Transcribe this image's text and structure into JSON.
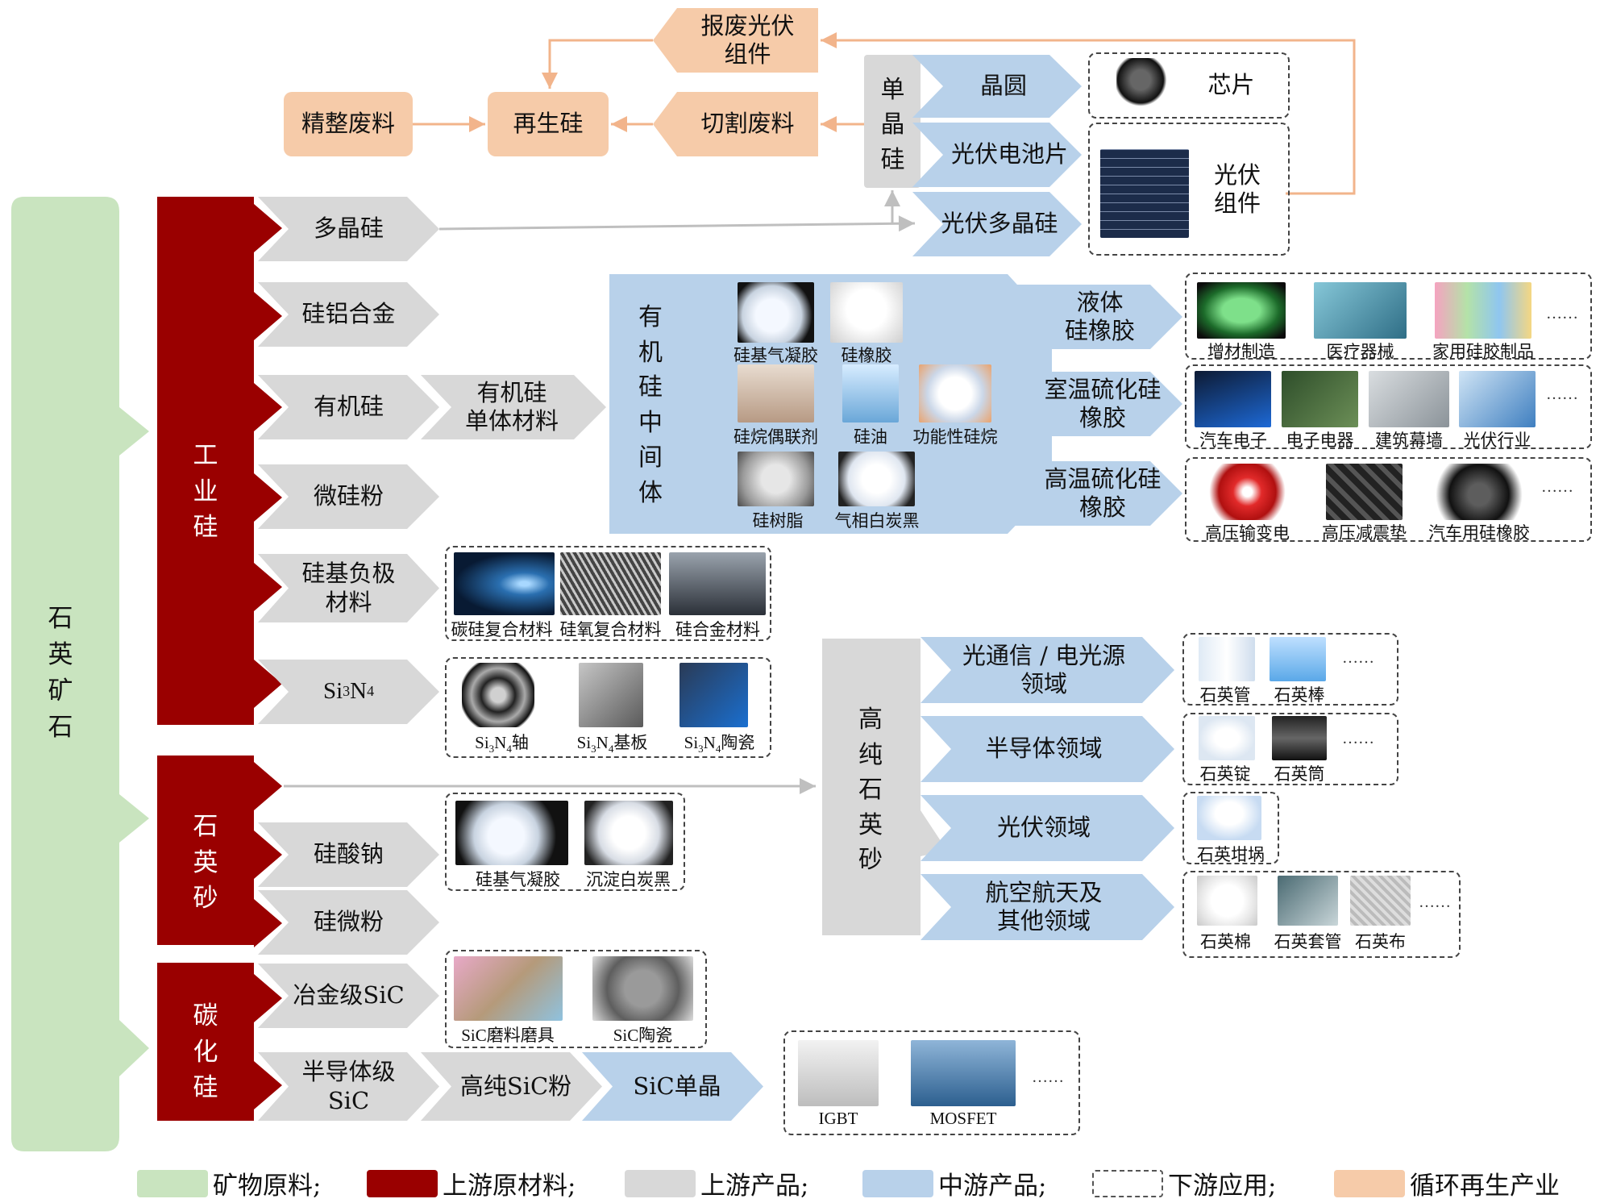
{
  "colors": {
    "mineral": "#c9e4bf",
    "upstream_raw": "#9a0000",
    "upstream_product": "#d8d8d8",
    "midstream": "#b8d1ea",
    "recycle": "#f6cba9",
    "arrow_gray": "#bfbfbf",
    "arrow_peach": "#f2b48b"
  },
  "nodes": {
    "quartz_ore": "石\n英\n矿\n石",
    "industrial_si": "工\n业\n硅",
    "quartz_sand": "石\n英\n砂",
    "sic": "碳\n化\n硅",
    "poly_si": "多晶硅",
    "si_al_alloy": "硅铝合金",
    "organic_si": "有机硅",
    "micro_si_powder": "微硅粉",
    "si_anode": "硅基负极\n材料",
    "si3n4_main": "Si",
    "si3n4_sub": "3",
    "si3n4_tail": "N",
    "si3n4_sub2": "4",
    "sodium_silicate": "硅酸钠",
    "si_micropowder": "硅微粉",
    "metallurgical_sic": "冶金级SiC",
    "semiconductor_sic": "半导体级\nSiC",
    "high_purity_sic_powder": "高纯SiC粉",
    "sic_single_crystal": "SiC单晶",
    "organosilicon_monomer": "有机硅\n单体材料",
    "organosilicon_intermediate": "有\n机\n硅\n中\n间\n体",
    "liquid_rubber": "液体\n硅橡胶",
    "rtv_rubber": "室温硫化硅\n橡胶",
    "htv_rubber": "高温硫化硅\n橡胶",
    "mono_si": "单\n晶\n硅",
    "wafer": "晶圆",
    "pv_cell": "光伏电池片",
    "pv_polysilicon": "光伏多晶硅",
    "chip": "芯片",
    "pv_module": "光伏\n组件",
    "scrap_pv": "报废光伏\n组件",
    "finishing_waste": "精整废料",
    "recycled_si": "再生硅",
    "cutting_waste": "切割废料",
    "hp_quartz_sand": "高\n纯\n石\n英\n砂",
    "optical_comm": "光通信 / 电光源\n领域",
    "semiconductor_field": "半导体领域",
    "pv_field": "光伏领域",
    "aerospace_field": "航空航天及\n其他领域"
  },
  "captions": {
    "aerogel": "硅基气凝胶",
    "silicone_rubber": "硅橡胶",
    "silane_coupling": "硅烷偶联剂",
    "silicone_oil": "硅油",
    "functional_silane": "功能性硅烷",
    "silicone_resin": "硅树脂",
    "fumed_silica": "气相白炭黑",
    "additive_mfg": "增材制造",
    "medical": "医疗器械",
    "household_silicone": "家用硅胶制品",
    "auto_electronics": "汽车电子",
    "electronics": "电子电器",
    "curtain_wall": "建筑幕墙",
    "pv_industry": "光伏行业",
    "hv_transmission": "高压输变电",
    "hv_damping": "高压减震垫",
    "auto_rubber": "汽车用硅橡胶",
    "c_si_composite": "碳硅复合材料",
    "si_o_composite": "硅氧复合材料",
    "si_alloy_material": "硅合金材料",
    "si3n4_bearing": "轴",
    "si3n4_substrate": "基板",
    "si3n4_ceramic": "陶瓷",
    "aerogel2": "硅基气凝胶",
    "precipitated_silica": "沉淀白炭黑",
    "sic_abrasive": "SiC磨料磨具",
    "sic_ceramic": "SiC陶瓷",
    "igbt": "IGBT",
    "mosfet": "MOSFET",
    "quartz_tube": "石英管",
    "quartz_rod": "石英棒",
    "quartz_ingot": "石英锭",
    "quartz_cylinder": "石英筒",
    "quartz_crucible": "石英坩埚",
    "quartz_wool": "石英棉",
    "quartz_sleeve": "石英套管",
    "quartz_cloth": "石英布",
    "ellipsis": "……"
  },
  "legend": [
    {
      "label": "矿物原料;",
      "color": "#c9e4bf",
      "dashed": false
    },
    {
      "label": "上游原材料;",
      "color": "#9a0000",
      "dashed": false
    },
    {
      "label": "上游产品;",
      "color": "#d8d8d8",
      "dashed": false
    },
    {
      "label": "中游产品;",
      "color": "#b8d1ea",
      "dashed": false
    },
    {
      "label": "下游应用;",
      "color": "#ffffff",
      "dashed": true
    },
    {
      "label": "循环再生产业",
      "color": "#f6cba9",
      "dashed": false
    }
  ]
}
